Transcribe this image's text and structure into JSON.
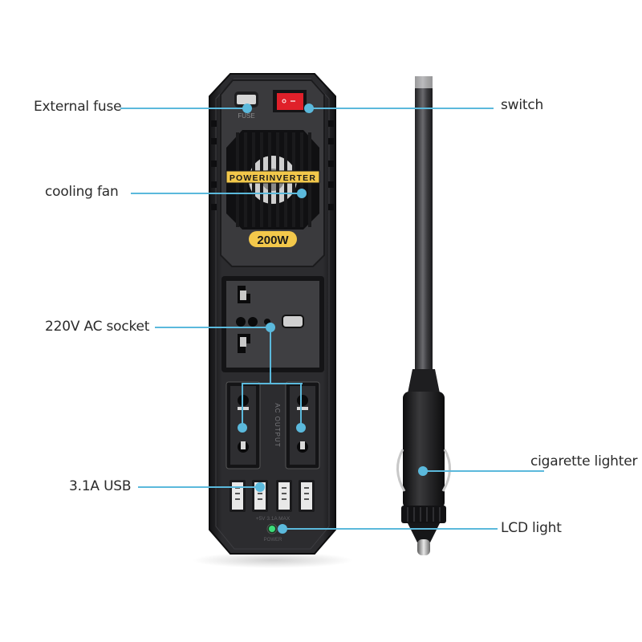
{
  "product": {
    "brand_label": "POWERINVERTER",
    "wattage_badge": "200W",
    "fuse_label": "FUSE",
    "ac_output_label": "AC OUTPUT",
    "usb_rating_label": "+5V 3.1A MAX",
    "power_label": "POWER"
  },
  "callouts": {
    "left": [
      {
        "label": "External fuse"
      },
      {
        "label": "cooling fan"
      },
      {
        "label": "220V AC socket"
      },
      {
        "label": "3.1A USB"
      }
    ],
    "right": [
      {
        "label": "switch"
      },
      {
        "label": "cigarette lighter"
      },
      {
        "label": "LCD light"
      }
    ]
  },
  "colors": {
    "callout_line": "#5bb9dc",
    "badge_yellow": "#f3c84b",
    "switch_red": "#e0202a",
    "led_green": "#3ddc7a",
    "body": "#1c1c1e"
  }
}
